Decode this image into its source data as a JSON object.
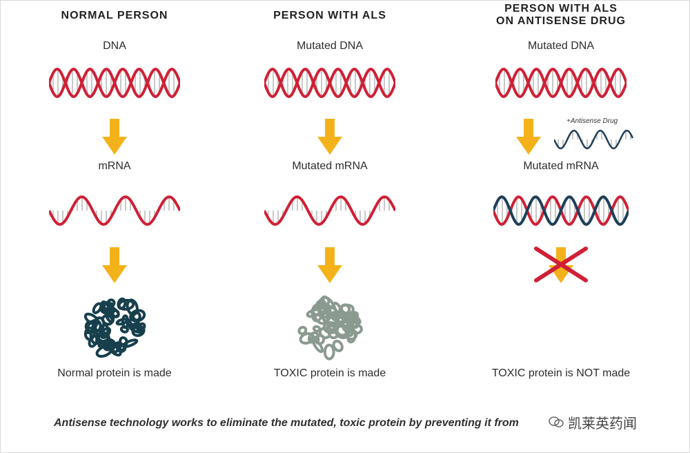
{
  "columns": [
    {
      "title": "NORMAL PERSON",
      "dna_label": "DNA",
      "mrna_label": "mRNA",
      "result": "Normal protein is made"
    },
    {
      "title": "PERSON WITH ALS",
      "dna_label": "Mutated DNA",
      "mrna_label": "Mutated mRNA",
      "result": "TOXIC protein is made"
    },
    {
      "title": "PERSON WITH ALS\nON ANTISENSE DRUG",
      "dna_label": "Mutated DNA",
      "mrna_label": "Mutated mRNA",
      "result": "TOXIC protein is NOT made",
      "drug_label": "+Antisense Drug"
    }
  ],
  "caption": "Antisense technology works to eliminate the mutated, toxic protein by preventing it from",
  "watermark": "凯莱英药闻",
  "colors": {
    "strand_red": "#cf2035",
    "rung": "#c8c8c8",
    "arrow": "#f4b21a",
    "antisense": "#1e3f5a",
    "normal_protein": "#173f4c",
    "toxic_protein": "#8a9a90",
    "cross": "#cf2035"
  }
}
